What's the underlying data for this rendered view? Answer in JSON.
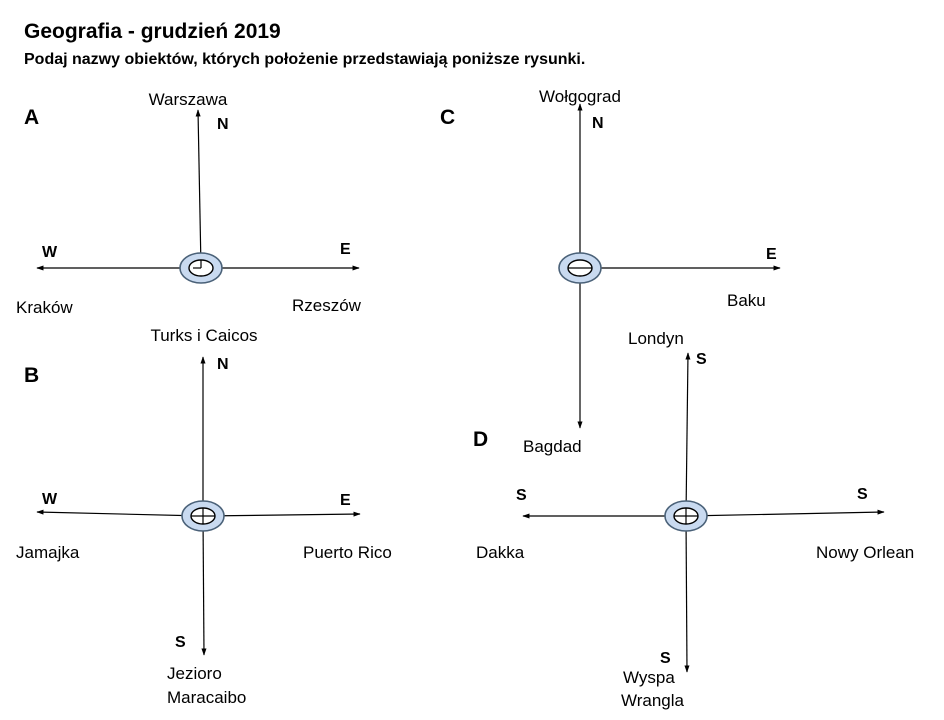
{
  "header": {
    "title": "Geografia - grudzień 2019",
    "subtitle": "Podaj nazwy obiektów, których położenie przedstawiają poniższe rysunki."
  },
  "figures": {
    "A": {
      "letter": "A",
      "dirs": {
        "up": "N",
        "left": "W",
        "right": "E"
      },
      "places": {
        "up": "Warszawa",
        "left": "Kraków",
        "right": "Rzeszów"
      }
    },
    "B": {
      "letter": "B",
      "dirs": {
        "up": "N",
        "left": "W",
        "right": "E",
        "down": "S"
      },
      "places": {
        "up": "Turks i Caicos",
        "left": "Jamajka",
        "right": "Puerto Rico",
        "down_line1": "Jezioro",
        "down_line2": "Maracaibo"
      }
    },
    "C": {
      "letter": "C",
      "dirs": {
        "up": "N",
        "right": "E"
      },
      "places": {
        "up": "Wołgograd",
        "right": "Baku",
        "down": "Bagdad"
      }
    },
    "D": {
      "letter": "D",
      "dirs": {
        "up": "S",
        "left": "S",
        "right": "S",
        "down": "S"
      },
      "places": {
        "up": "Londyn",
        "left": "Dakka",
        "right": "Nowy Orlean",
        "down_line1": "Wyspa",
        "down_line2": "Wrangla"
      }
    }
  }
}
